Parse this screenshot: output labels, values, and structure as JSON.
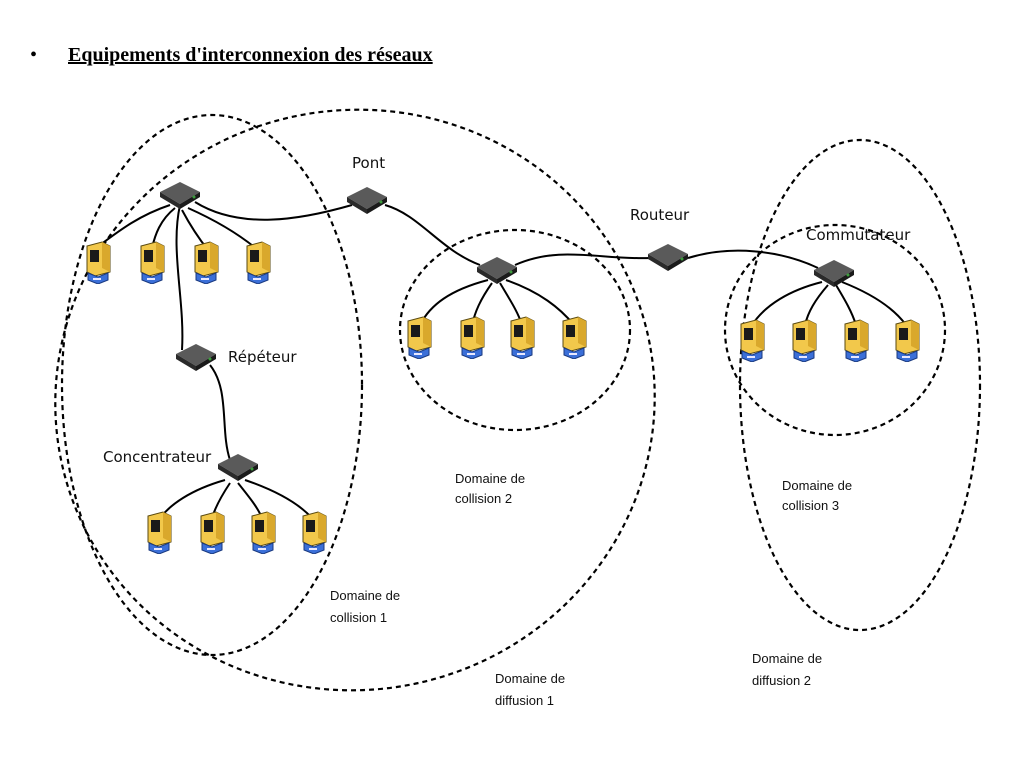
{
  "slide": {
    "bullet": "•",
    "title": "Equipements d'interconnexion des réseaux"
  },
  "devices": {
    "pont": "Pont",
    "routeur": "Routeur",
    "commutateur": "Commutateur",
    "repeteur": "Répéteur",
    "concentrateur": "Concentrateur"
  },
  "domains": {
    "collision1": [
      "Domaine de",
      "collision 1"
    ],
    "collision2": [
      "Domaine de",
      "collision 2"
    ],
    "collision3": [
      "Domaine de",
      "collision 3"
    ],
    "diffusion1": [
      "Domaine de",
      "diffusion 1"
    ],
    "diffusion2": [
      "Domaine de",
      "diffusion 2"
    ]
  },
  "icons": {
    "network_device": "network-device-icon",
    "computer": "computer-icon"
  },
  "colors": {
    "device_body": "#3a3a3a",
    "computer_body": "#f2c84b",
    "computer_base": "#3b6fd8",
    "cable": "#000000"
  }
}
